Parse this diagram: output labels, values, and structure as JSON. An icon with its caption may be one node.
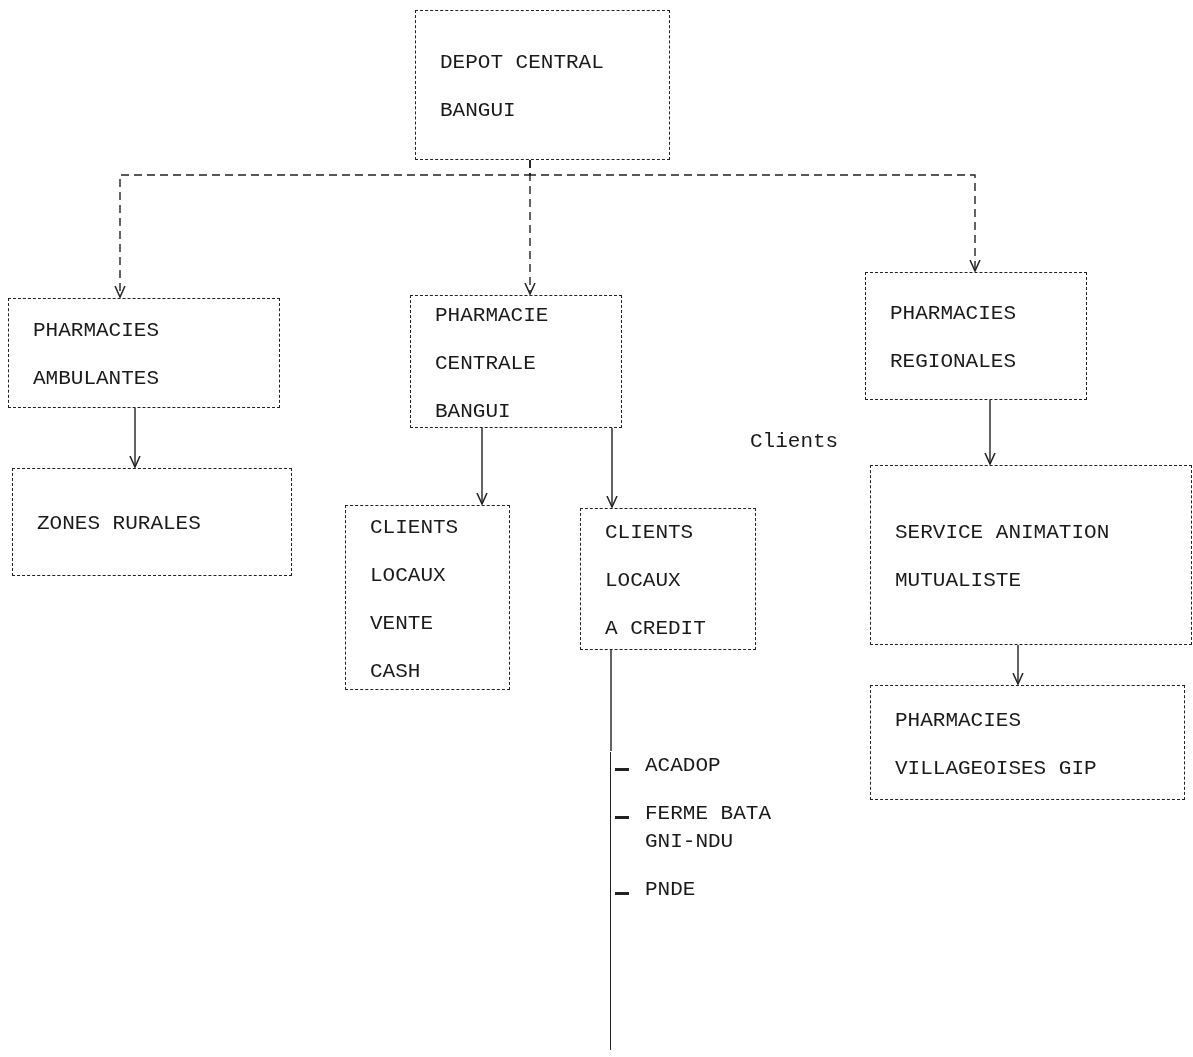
{
  "diagram": {
    "nodes": [
      {
        "text": [
          "DEPOT CENTRAL BANGUI"
        ]
      },
      {
        "text": [
          "PHARMACIES AMBULANTES"
        ]
      },
      {
        "text": [
          "PHARMACIE CENTRALE BANGUI"
        ]
      },
      {
        "text": [
          "PHARMACIES REGIONALES"
        ]
      },
      {
        "text": [
          "ZONES RURALES"
        ]
      },
      {
        "text": [
          "CLIENTS LOCAUX VENTE CASH"
        ]
      },
      {
        "text": [
          "CLIENTS LOCAUX",
          "A CREDIT"
        ]
      },
      {
        "text": [
          "SERVICE ANIMATION MUTUALISTE"
        ]
      },
      {
        "text": [
          "PHARMACIES VILLAGEOISES GIP"
        ]
      },
      {
        "text": [
          "ACADOP",
          "FERME BATA GNI-NDU",
          "PNDE"
        ]
      }
    ],
    "edges": [
      {
        "from": 0,
        "to": 1,
        "arrow": "to",
        "style": "dashed"
      },
      {
        "from": 0,
        "to": 2,
        "arrow": "to",
        "style": "dashed"
      },
      {
        "from": 0,
        "to": 3,
        "arrow": "to",
        "style": "dashed"
      },
      {
        "from": 1,
        "to": 4,
        "arrow": "to"
      },
      {
        "from": 2,
        "to": 5,
        "arrow": "to"
      },
      {
        "from": 2,
        "to": 6,
        "arrow": "to"
      },
      {
        "from": 3,
        "to": 7,
        "arrow": "to"
      },
      {
        "from": 7,
        "to": 8,
        "arrow": "to"
      },
      {
        "from": 6,
        "to": 9,
        "arrow": "none"
      }
    ],
    "labels": [
      "Clients"
    ]
  }
}
